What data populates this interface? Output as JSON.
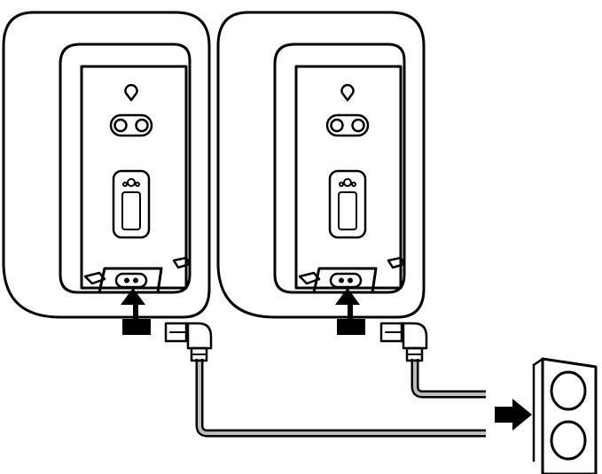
{
  "diagram": {
    "speakers": [
      {
        "id": "left",
        "role": "speaker-back-panel"
      },
      {
        "id": "right",
        "role": "speaker-back-panel"
      }
    ],
    "arrows": [
      {
        "direction": "up",
        "target": "power-port-left"
      },
      {
        "direction": "up",
        "target": "power-port-right"
      },
      {
        "direction": "right",
        "target": "wall-outlet"
      }
    ],
    "icons": [
      "keyhole-mount-icon",
      "screw-holes-icon",
      "power-port-icon",
      "power-plug-icon",
      "wall-outlet-icon"
    ],
    "colors": {
      "line": "#000000",
      "panel": "#ffffff",
      "cable_fill": "#bdbdbd"
    }
  }
}
